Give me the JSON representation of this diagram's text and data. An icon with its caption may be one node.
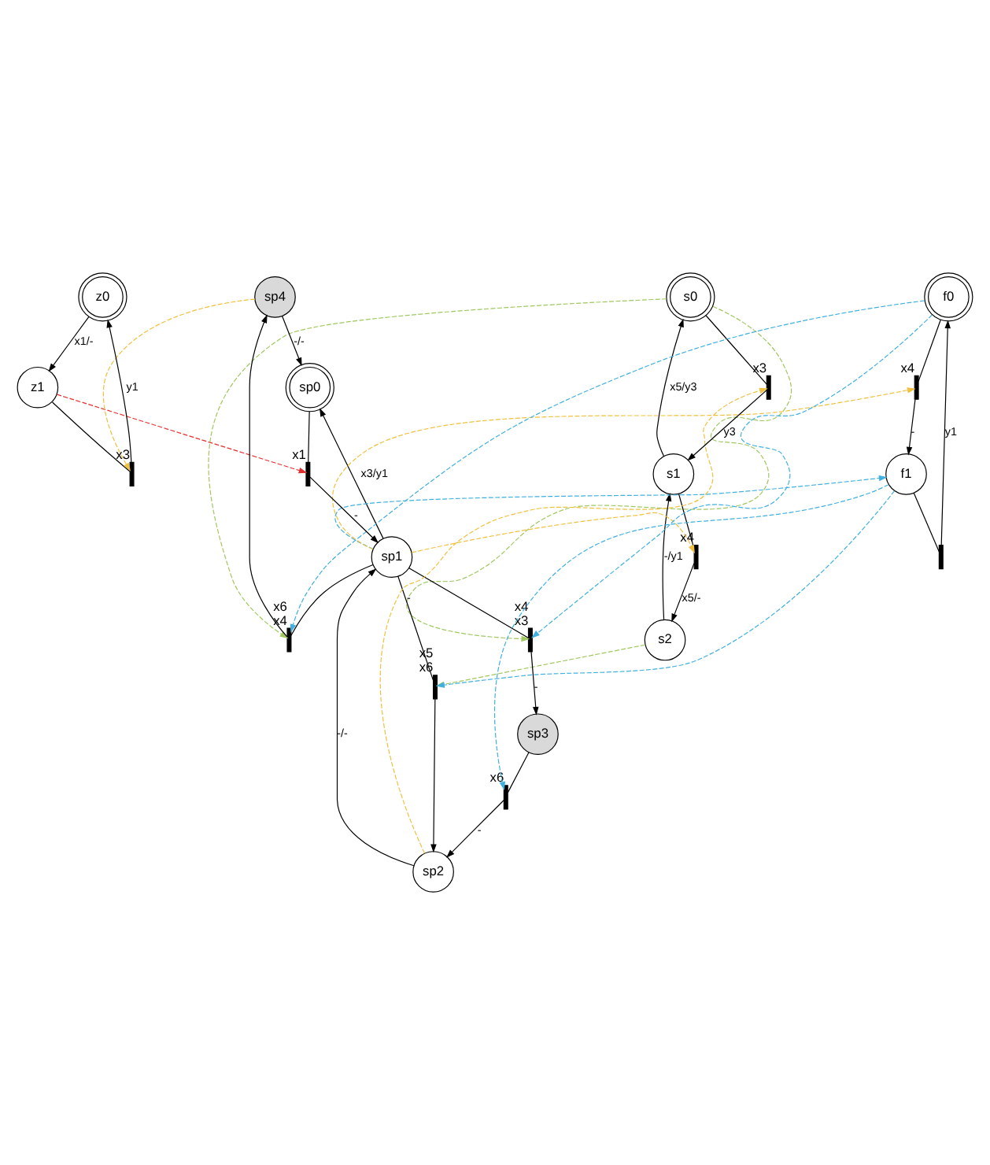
{
  "diagram": {
    "nodes": [
      {
        "text": [
          "z0"
        ]
      },
      {
        "text": [
          "z1"
        ]
      },
      {
        "text": [
          "s0"
        ]
      },
      {
        "text": [
          "s1"
        ]
      },
      {
        "text": [
          "sp4"
        ]
      },
      {
        "text": [
          "s2"
        ]
      },
      {
        "text": [
          "sp0"
        ]
      },
      {
        "text": [
          "sp1"
        ]
      },
      {
        "text": [
          "sp3"
        ]
      },
      {
        "text": [
          "sp2"
        ]
      },
      {
        "text": [
          "f0"
        ]
      },
      {
        "text": [
          "f1"
        ]
      },
      {
        "text": [],
        "shape": "bar",
        "beside": [
          "x3"
        ]
      },
      {
        "text": [],
        "shape": "bar",
        "beside": [
          "x3"
        ]
      },
      {
        "text": [],
        "shape": "bar",
        "beside": [
          "x4"
        ]
      },
      {
        "text": [],
        "shape": "bar",
        "beside": [
          "x1"
        ]
      },
      {
        "text": [],
        "shape": "bar",
        "beside": [
          "x6",
          "x4"
        ]
      },
      {
        "text": [],
        "shape": "bar",
        "beside": [
          "x4",
          "x3"
        ]
      },
      {
        "text": [],
        "shape": "bar",
        "beside": [
          "x6"
        ]
      },
      {
        "text": [],
        "shape": "bar",
        "beside": [
          "x5",
          "x6"
        ]
      },
      {
        "text": [],
        "shape": "bar",
        "beside": [
          "x4"
        ]
      },
      {
        "text": [],
        "shape": "bar"
      }
    ],
    "edges": [
      {
        "from": 0,
        "to": 1,
        "arrow": "to",
        "label": "x1/-"
      },
      {
        "from": 1,
        "to": 12,
        "arrow": "none"
      },
      {
        "from": 12,
        "to": 0,
        "arrow": "to",
        "label": "y1"
      },
      {
        "from": 2,
        "to": 13,
        "arrow": "none"
      },
      {
        "from": 13,
        "to": 3,
        "arrow": "to",
        "label": "y3"
      },
      {
        "from": 3,
        "to": 2,
        "arrow": "to",
        "label": "x5/y3"
      },
      {
        "from": 3,
        "to": 14,
        "arrow": "none"
      },
      {
        "from": 14,
        "to": 5,
        "arrow": "to",
        "label": "x5/-"
      },
      {
        "from": 5,
        "to": 3,
        "arrow": "to",
        "label": "-/y1"
      },
      {
        "from": 4,
        "to": 6,
        "arrow": "to",
        "label": "-/-"
      },
      {
        "from": 6,
        "to": 15,
        "arrow": "none"
      },
      {
        "from": 15,
        "to": 7,
        "arrow": "to",
        "label": "-"
      },
      {
        "from": 7,
        "to": 16,
        "arrow": "none"
      },
      {
        "from": 16,
        "to": 4,
        "arrow": "to"
      },
      {
        "from": 7,
        "to": 17,
        "arrow": "none"
      },
      {
        "from": 17,
        "to": 8,
        "arrow": "to",
        "label": "-"
      },
      {
        "from": 8,
        "to": 18,
        "arrow": "none"
      },
      {
        "from": 18,
        "to": 9,
        "arrow": "to",
        "label": "-"
      },
      {
        "from": 9,
        "to": 7,
        "arrow": "to",
        "label": "-/-"
      },
      {
        "from": 7,
        "to": 6,
        "arrow": "to",
        "label": "x3/y1"
      },
      {
        "from": 7,
        "to": 19,
        "arrow": "none",
        "label": "-"
      },
      {
        "from": 19,
        "to": 9,
        "arrow": "to"
      },
      {
        "from": 10,
        "to": 20,
        "arrow": "none"
      },
      {
        "from": 20,
        "to": 11,
        "arrow": "to",
        "label": "-"
      },
      {
        "from": 11,
        "to": 21,
        "arrow": "none"
      },
      {
        "from": 21,
        "to": 10,
        "arrow": "to",
        "label": "y1"
      },
      {
        "from": 1,
        "to": 15,
        "arrow": "to",
        "style": "dashed",
        "color": "#e03030"
      },
      {
        "from": 4,
        "to": 12,
        "arrow": "to",
        "style": "dashed",
        "color": "#f0c040"
      },
      {
        "from": 2,
        "to": 16,
        "arrow": "to",
        "style": "dashed",
        "color": "#a0c860"
      },
      {
        "from": 2,
        "to": 17,
        "arrow": "to",
        "style": "dashed",
        "color": "#a0c860"
      },
      {
        "from": 5,
        "to": 19,
        "arrow": "to",
        "style": "dashed",
        "color": "#a0c860"
      },
      {
        "from": 9,
        "to": 13,
        "arrow": "to",
        "style": "dashed",
        "color": "#f0c040"
      },
      {
        "from": 7,
        "to": 14,
        "arrow": "to",
        "style": "dashed",
        "color": "#f0c040"
      },
      {
        "from": 7,
        "to": 20,
        "arrow": "to",
        "style": "dashed",
        "color": "#f0c040"
      },
      {
        "from": 10,
        "to": 16,
        "arrow": "to",
        "style": "dashed",
        "color": "#40b0e0"
      },
      {
        "from": 10,
        "to": 17,
        "arrow": "to",
        "style": "dashed",
        "color": "#40b0e0"
      },
      {
        "from": 11,
        "to": 18,
        "arrow": "to",
        "style": "dashed",
        "color": "#40b0e0"
      },
      {
        "from": 11,
        "to": 19,
        "arrow": "to",
        "style": "dashed",
        "color": "#40b0e0"
      },
      {
        "from": 7,
        "to": 11,
        "arrow": "to",
        "style": "dashed",
        "color": "#40b0e0"
      }
    ]
  }
}
